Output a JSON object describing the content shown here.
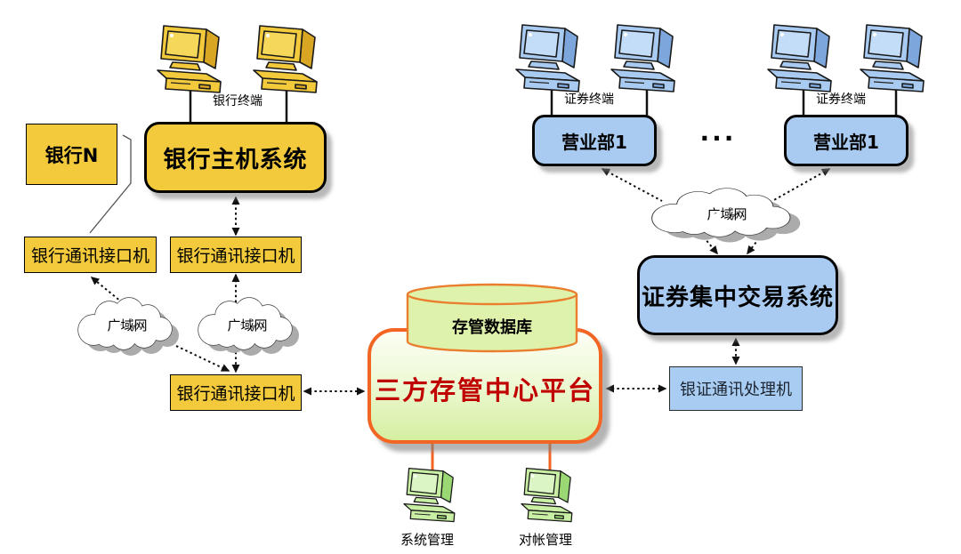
{
  "diagram": {
    "colors": {
      "bank_yellow": "#F2CA3C",
      "securities_blue": "#A9CBF1",
      "platform_green": "#D5EFA0",
      "platform_border_orange": "#F26522",
      "platform_text_red": "#C00000",
      "outline_black": "#111111",
      "cloud_white": "#FFFFFF"
    },
    "nodes": {
      "bank_n": {
        "label": "银行N"
      },
      "bank_host": {
        "label": "银行主机系统"
      },
      "bank_iface_left": {
        "label": "银行通讯接口机"
      },
      "bank_iface_mid": {
        "label": "银行通讯接口机"
      },
      "bank_iface_bottom": {
        "label": "银行通讯接口机"
      },
      "depository_db": {
        "label": "存管数据库"
      },
      "platform": {
        "label": "三方存管中心平台"
      },
      "trade_system": {
        "label": "证券集中交易系统"
      },
      "processor": {
        "label": "银证通讯处理机"
      },
      "dept_left": {
        "label": "营业部1"
      },
      "dept_right": {
        "label": "营业部1"
      }
    },
    "labels": {
      "bank_terminals": "银行终端",
      "sec_terminals_left": "证券终端",
      "sec_terminals_right": "证券终端",
      "wan_left": "广域网",
      "wan_mid": "广域网",
      "wan_right": "广域网",
      "system_mgmt": "系统管理",
      "reconciliation_mgmt": "对帐管理",
      "ellipsis": "..."
    }
  }
}
